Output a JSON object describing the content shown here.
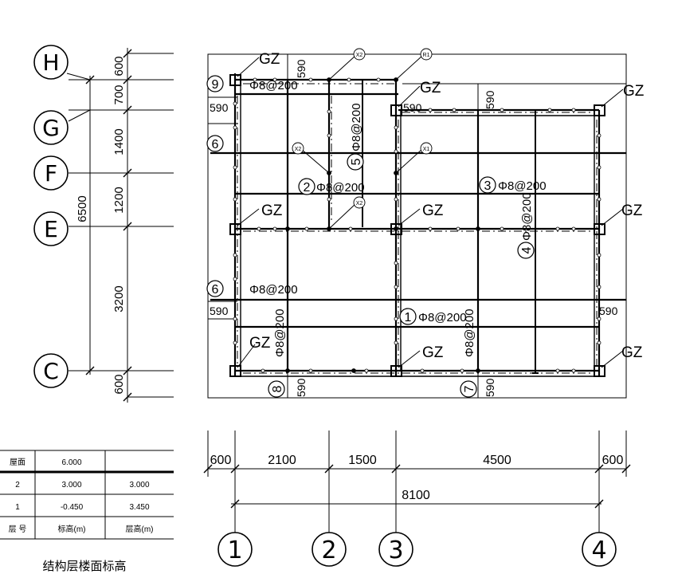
{
  "axes": {
    "rows": [
      {
        "label": "H"
      },
      {
        "label": "G"
      },
      {
        "label": "F"
      },
      {
        "label": "E"
      },
      {
        "label": "C"
      }
    ],
    "cols": [
      {
        "label": "1"
      },
      {
        "label": "2"
      },
      {
        "label": "3"
      },
      {
        "label": "4"
      }
    ]
  },
  "dims_left": {
    "segments": [
      "600",
      "700",
      "1400",
      "1200",
      "3200",
      "600"
    ],
    "total": "6500"
  },
  "dims_bottom": {
    "segments": [
      "600",
      "2100",
      "1500",
      "4500",
      "600"
    ],
    "total": "8100"
  },
  "plan": {
    "gz": "GZ",
    "rebar_spec": "Φ8@200",
    "clear_590": "590",
    "x1": "X1",
    "x2": "X2",
    "r1": "R1",
    "bars": [
      "1",
      "2",
      "3",
      "4",
      "5",
      "6",
      "7",
      "8",
      "9"
    ]
  },
  "elevation_table": {
    "rows": [
      {
        "floor": "屋面",
        "elev": "6.000",
        "height": ""
      },
      {
        "floor": "2",
        "elev": "3.000",
        "height": "3.000"
      },
      {
        "floor": "1",
        "elev": "-0.450",
        "height": "3.450"
      },
      {
        "floor": "层 号",
        "elev": "标高(m)",
        "height": "层高(m)"
      }
    ],
    "caption": "结构层楼面标高"
  }
}
